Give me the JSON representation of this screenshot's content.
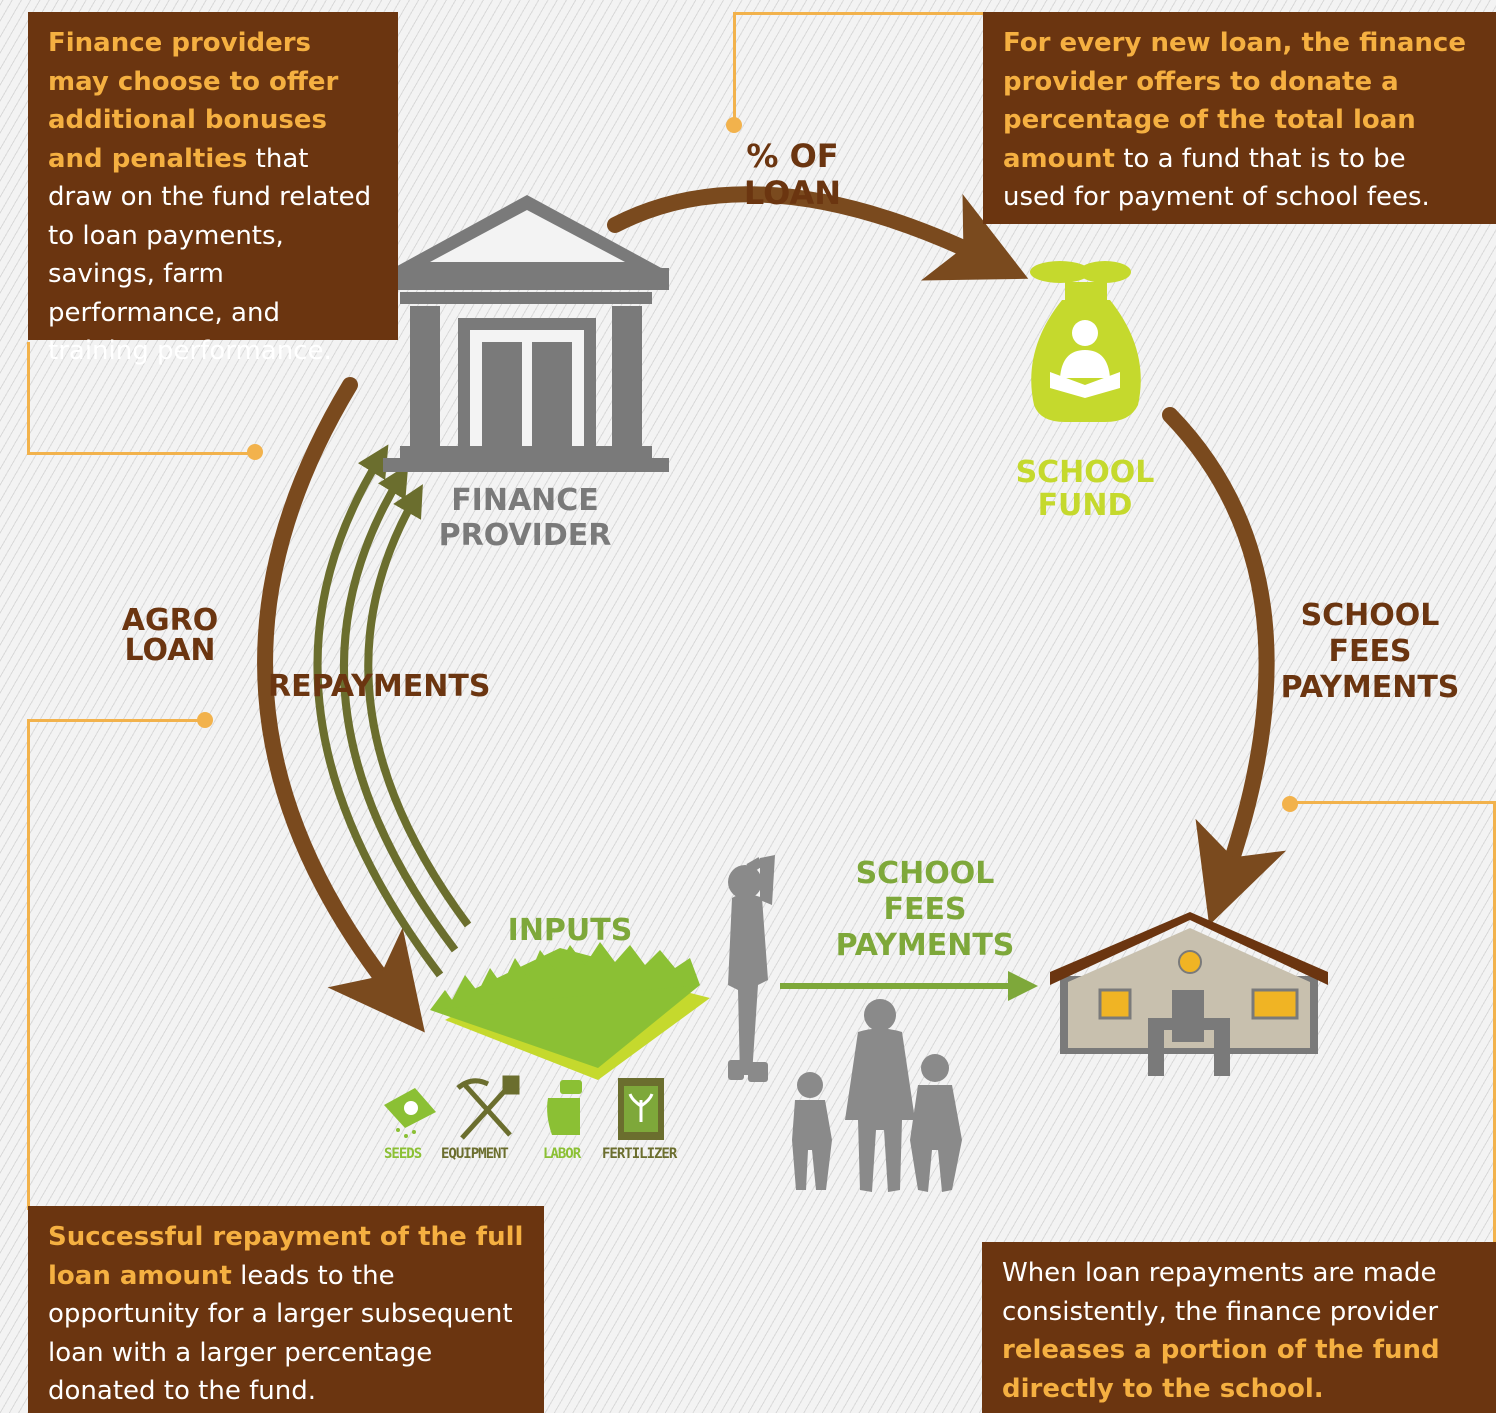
{
  "boxes": {
    "top_left": {
      "highlight": "Finance providers may choose to offer additional bonuses and penalties",
      "text": " that draw on the fund related to loan payments, savings, farm performance, and training performance."
    },
    "top_right": {
      "highlight": "For every new loan, the finance provider offers to donate a percentage of the total loan amount",
      "text": " to a fund that is to be used for payment of school fees."
    },
    "bottom_left": {
      "highlight": "Successful repayment of the full loan amount",
      "text": " leads to the opportunity for a larger subsequent loan with a larger percentage donated to the fund."
    },
    "bottom_right": {
      "text": "When loan repayments are made consistently, the finance provider ",
      "highlight": "releases a portion of the fund directly to the school."
    }
  },
  "labels": {
    "pct_of_loan": "% OF LOAN",
    "finance_provider": [
      "FINANCE",
      "PROVIDER"
    ],
    "school_fund": [
      "SCHOOL",
      "FUND"
    ],
    "agro_loan": [
      "AGRO",
      "LOAN"
    ],
    "repayments": "REPAYMENTS",
    "school_fees_right": [
      "SCHOOL",
      "FEES",
      "PAYMENTS"
    ],
    "school_fees_bottom": [
      "SCHOOL",
      "FEES",
      "PAYMENTS"
    ],
    "inputs": "INPUTS"
  },
  "inputs": [
    "SEEDS",
    "EQUIPMENT",
    "LABOR",
    "FERTILIZER"
  ],
  "colors": {
    "box": "#6b3510",
    "highlight": "#f5b041",
    "arrow": "#7a4a1e",
    "repay": "#6b6e2e",
    "gray": "#7a7a7a",
    "lime": "#c5d92d",
    "green": "#7ea83a",
    "accent": "#f2b24c"
  }
}
